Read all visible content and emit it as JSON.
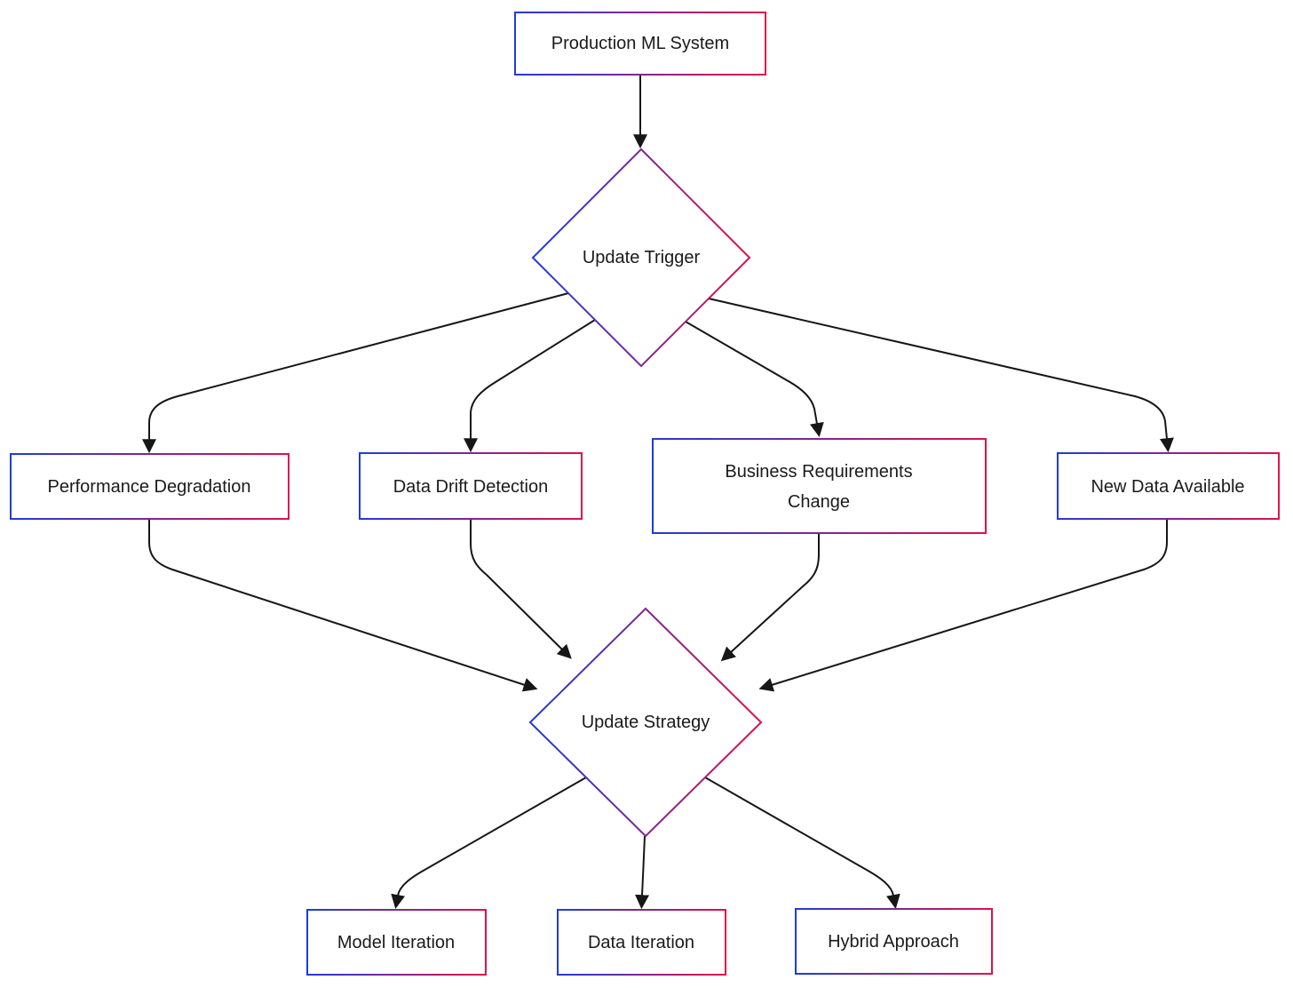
{
  "diagram": {
    "type": "flowchart",
    "colors": {
      "background": "#ffffff",
      "node_fill": "#ffffff",
      "gradient_start": "#1e3cd7",
      "gradient_end": "#e1104a",
      "edge": "#161616",
      "text": "#1a1a1a"
    },
    "nodes": [
      {
        "id": "production-ml-system",
        "shape": "rect",
        "label": "Production ML System"
      },
      {
        "id": "update-trigger",
        "shape": "diamond",
        "label": "Update Trigger"
      },
      {
        "id": "performance-degradation",
        "shape": "rect",
        "label": "Performance Degradation"
      },
      {
        "id": "data-drift-detection",
        "shape": "rect",
        "label": "Data Drift Detection"
      },
      {
        "id": "business-requirements-change",
        "shape": "rect",
        "label": "Business Requirements Change",
        "label_lines": [
          "Business Requirements",
          "Change"
        ]
      },
      {
        "id": "new-data-available",
        "shape": "rect",
        "label": "New Data Available"
      },
      {
        "id": "update-strategy",
        "shape": "diamond",
        "label": "Update Strategy"
      },
      {
        "id": "model-iteration",
        "shape": "rect",
        "label": "Model Iteration"
      },
      {
        "id": "data-iteration",
        "shape": "rect",
        "label": "Data Iteration"
      },
      {
        "id": "hybrid-approach",
        "shape": "rect",
        "label": "Hybrid Approach"
      }
    ],
    "edges": [
      {
        "from": "production-ml-system",
        "to": "update-trigger"
      },
      {
        "from": "update-trigger",
        "to": "performance-degradation"
      },
      {
        "from": "update-trigger",
        "to": "data-drift-detection"
      },
      {
        "from": "update-trigger",
        "to": "business-requirements-change"
      },
      {
        "from": "update-trigger",
        "to": "new-data-available"
      },
      {
        "from": "performance-degradation",
        "to": "update-strategy"
      },
      {
        "from": "data-drift-detection",
        "to": "update-strategy"
      },
      {
        "from": "business-requirements-change",
        "to": "update-strategy"
      },
      {
        "from": "new-data-available",
        "to": "update-strategy"
      },
      {
        "from": "update-strategy",
        "to": "model-iteration"
      },
      {
        "from": "update-strategy",
        "to": "data-iteration"
      },
      {
        "from": "update-strategy",
        "to": "hybrid-approach"
      }
    ]
  }
}
